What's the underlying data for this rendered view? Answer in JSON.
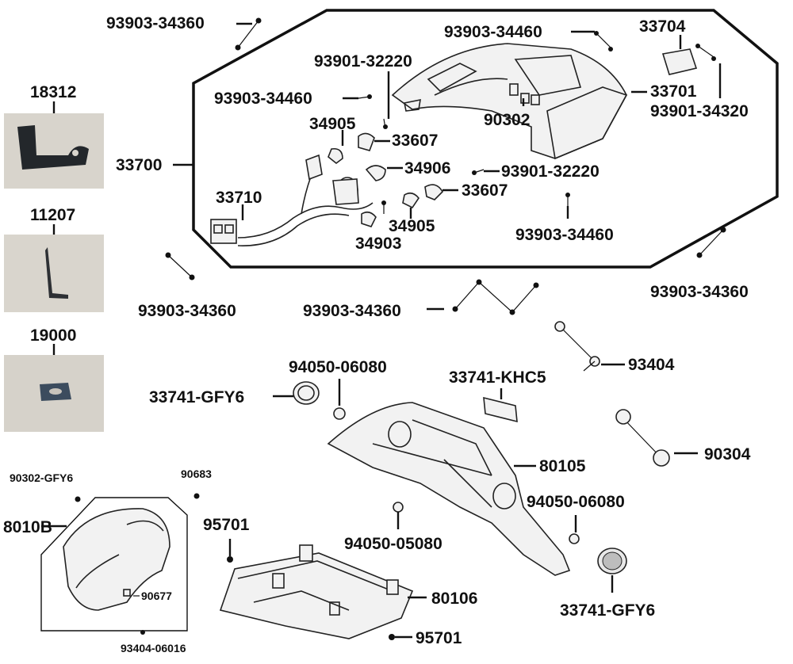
{
  "callouts": {
    "p18312": "18312",
    "p11207": "11207",
    "p19000": "19000",
    "p90302_gfy6": "90302-GFY6",
    "p90683": "90683",
    "p8010b": "8010B",
    "p90677": "90677",
    "p93404_06016": "93404-06016",
    "p33700": "33700",
    "p93903_34360_top": "93903-34360",
    "p93903_34460_top": "93903-34460",
    "p33704": "33704",
    "p93901_32220_a": "93901-32220",
    "p93903_34460_left": "93903-34460",
    "p33701": "33701",
    "p93901_34320": "93901-34320",
    "p90302": "90302",
    "p34905_a": "34905",
    "p33607_a": "33607",
    "p34906": "34906",
    "p93901_32220_b": "93901-32220",
    "p33607_b": "33607",
    "p33710": "33710",
    "p34905_b": "34905",
    "p34903": "34903",
    "p93903_34460_bottom": "93903-34460",
    "p93903_34360_left": "93903-34360",
    "p93903_34360_mid": "93903-34360",
    "p93903_34360_right": "93903-34360",
    "p93404": "93404",
    "p94050_06080_a": "94050-06080",
    "p33741_gfy6_a": "33741-GFY6",
    "p33741_khc5": "33741-KHC5",
    "p90304": "90304",
    "p80105": "80105",
    "p94050_06080_b": "94050-06080",
    "p95701_a": "95701",
    "p94050_05080": "94050-05080",
    "p80106": "80106",
    "p33741_gfy6_b": "33741-GFY6",
    "p95701_b": "95701"
  }
}
